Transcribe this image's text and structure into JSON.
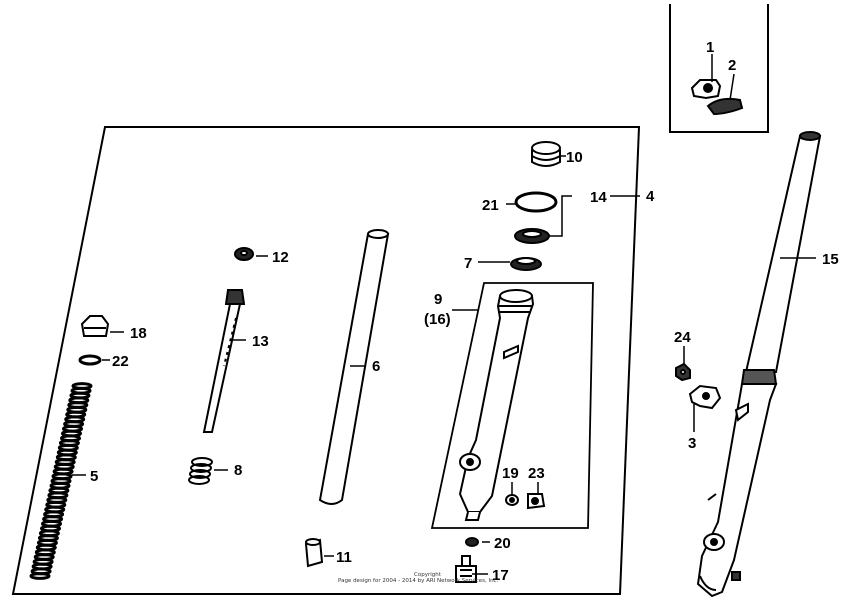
{
  "diagram": {
    "callouts": {
      "c1": "1",
      "c2": "2",
      "c3": "3",
      "c4": "4",
      "c5": "5",
      "c6": "6",
      "c7": "7",
      "c8": "8",
      "c9": "9",
      "c9sub": "(16)",
      "c10": "10",
      "c11": "11",
      "c12": "12",
      "c13": "13",
      "c14": "14",
      "c15": "15",
      "c17": "17",
      "c18": "18",
      "c19": "19",
      "c20": "20",
      "c21": "21",
      "c22": "22",
      "c23": "23",
      "c24": "24"
    },
    "copyright": {
      "line1": "Copyright",
      "line2": "Page design for 2004 - 2014 by ARI Network Services, Inc."
    }
  }
}
